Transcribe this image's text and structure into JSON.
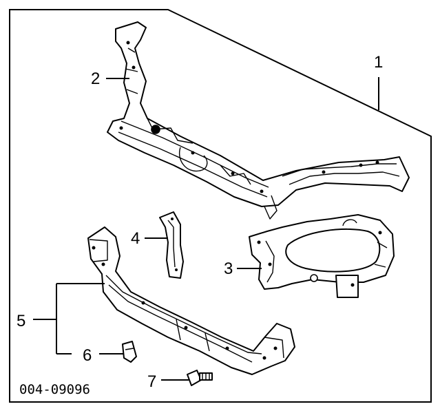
{
  "callouts": [
    {
      "label": "1"
    },
    {
      "label": "2"
    },
    {
      "label": "3"
    },
    {
      "label": "4"
    },
    {
      "label": "5"
    },
    {
      "label": "6"
    },
    {
      "label": "7"
    }
  ],
  "drawing_code": "004-09096"
}
